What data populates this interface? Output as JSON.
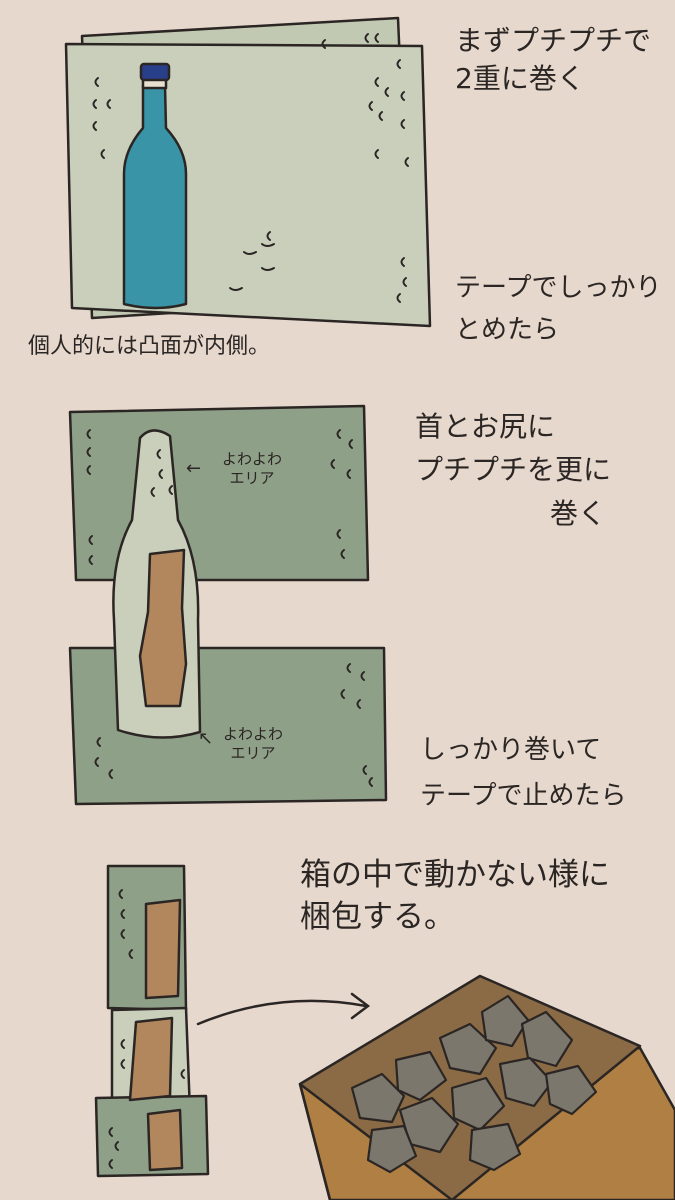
{
  "steps": {
    "step1_text": [
      "まずプチプチで",
      "2重に巻く"
    ],
    "step1_tape_text": [
      "テープでしっかり",
      "とめたら"
    ],
    "step1_side_note": "個人的には凸面が内側。",
    "step2_text": [
      "首とお尻に",
      "プチプチを更に",
      "巻く"
    ],
    "weak_area_label_top": [
      "よわよわ",
      "エリア"
    ],
    "weak_area_label_bottom": [
      "よわよわ",
      "エリア"
    ],
    "step3_text": [
      "しっかり巻いて",
      "テープで止めたら"
    ],
    "step4_text": [
      "箱の中で動かない様に",
      "梱包する。"
    ]
  },
  "colors": {
    "background": "#e6d8cd",
    "bubble_wrap_light": "#c6cdb8",
    "bubble_wrap_dark": "#8fa088",
    "bottle_glass": "#3a94a8",
    "bottle_cap": "#2a3f8a",
    "tape": "#b3875e",
    "box": "#b07f43",
    "cushioning": "#7b776c",
    "ink": "#2b2624"
  },
  "icons": {
    "bottle": "bottle-icon",
    "box": "cardboard-box-icon",
    "arrow": "arrow-icon"
  }
}
